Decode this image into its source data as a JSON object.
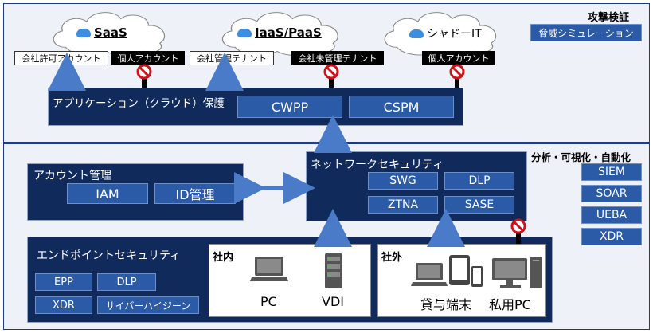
{
  "attack": {
    "title": "攻撃検証",
    "item": "脅威シミュレーション"
  },
  "analysis": {
    "title": "分析・可視化・自動化",
    "items": [
      "SIEM",
      "SOAR",
      "UEBA",
      "XDR"
    ]
  },
  "clouds": [
    {
      "label": "SaaS"
    },
    {
      "label": "IaaS/PaaS"
    },
    {
      "label": "シャドーIT"
    }
  ],
  "tags": {
    "company_permitted_account": "会社許可アカウント",
    "personal_account_1": "個人アカウント",
    "company_managed_tenant": "会社管理テナント",
    "company_unmanaged_tenant": "会社未管理テナント",
    "personal_account_2": "個人アカウント"
  },
  "app_protection": {
    "title": "アプリケーション（クラウド）保護",
    "items": [
      "CWPP",
      "CSPM"
    ]
  },
  "account_mgmt": {
    "title": "アカウント管理",
    "items": [
      "IAM",
      "ID管理"
    ]
  },
  "network_security": {
    "title": "ネットワークセキュリティ",
    "items": [
      "SWG",
      "DLP",
      "ZTNA",
      "SASE"
    ]
  },
  "endpoint": {
    "title": "エンドポイントセキュリティ",
    "items": [
      "EPP",
      "DLP",
      "XDR",
      "サイバーハイジーン"
    ]
  },
  "internal": {
    "title": "社内",
    "devices": [
      "PC",
      "VDI"
    ]
  },
  "external": {
    "title": "社外",
    "devices": [
      "貸与端末",
      "私用PC"
    ]
  },
  "colors": {
    "navy": "#102a5c",
    "cell": "#2b5aa6",
    "zone_bg": "#eef2f8",
    "arrow": "#4a7bc8",
    "prohibit": "#d0101a"
  }
}
